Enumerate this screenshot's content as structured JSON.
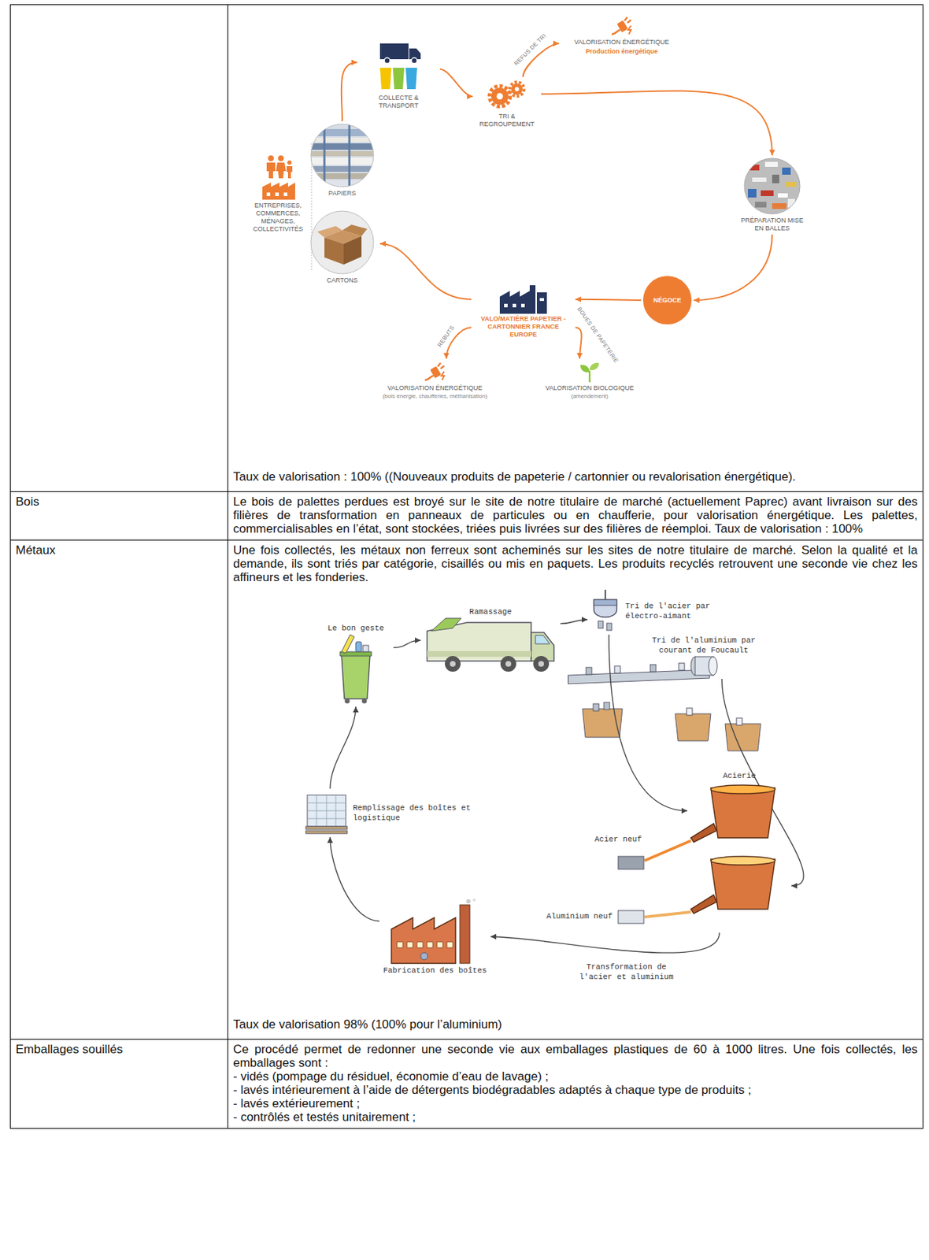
{
  "diagram": {
    "nodes": [
      {
        "text": [
          "ENTREPRISES, COMMERCES, MÉNAGES, COLLECTIVITÉS"
        ]
      },
      {
        "text": [
          "PAPIERS"
        ]
      },
      {
        "text": [
          "CARTONS"
        ]
      },
      {
        "text": [
          "COLLECTE & TRANSPORT"
        ]
      },
      {
        "text": [
          "TRI & REGROUPEMENT"
        ]
      },
      {
        "text": [
          "VALORISATION ÉNERGÉTIQUE",
          "Production énergétique"
        ]
      },
      {
        "text": [
          "PRÉPARATION MISE EN BALLES"
        ]
      },
      {
        "text": [
          "NÉGOCE"
        ]
      },
      {
        "text": [
          "VALO/MATIÈRE PAPETIER - CARTONNIER FRANCE EUROPE"
        ]
      },
      {
        "text": [
          "VALORISATION ÉNERGÉTIQUE",
          "(bois énergie, chaufferies, méthanisation)"
        ]
      },
      {
        "text": [
          "VALORISATION BIOLOGIQUE",
          "(amendement)"
        ]
      },
      {
        "text": [
          "Le bon geste"
        ]
      },
      {
        "text": [
          "Ramassage"
        ]
      },
      {
        "text": [
          "Tri de l'acier par électro-aimant"
        ]
      },
      {
        "text": [
          "Tri de l'aluminium par courant de Foucault"
        ]
      },
      {
        "text": [
          "Acierie"
        ]
      },
      {
        "text": [
          "Remplissage des boîtes et logistique"
        ]
      },
      {
        "text": [
          "Fabrication des boîtes"
        ]
      }
    ],
    "edges": [
      {
        "from": 1,
        "to": 3,
        "arrow": "to"
      },
      {
        "from": 3,
        "to": 4,
        "arrow": "to"
      },
      {
        "from": 4,
        "to": 5,
        "label": "REFUS DE TRI",
        "arrow": "to"
      },
      {
        "from": 4,
        "to": 6,
        "arrow": "to"
      },
      {
        "from": 6,
        "to": 7,
        "arrow": "to"
      },
      {
        "from": 7,
        "to": 8,
        "arrow": "to"
      },
      {
        "from": 8,
        "to": 2,
        "arrow": "to"
      },
      {
        "from": 8,
        "to": 9,
        "label": "REBUTS",
        "arrow": "to"
      },
      {
        "from": 8,
        "to": 10,
        "label": "BOUES DE PAPETERIE",
        "arrow": "to"
      },
      {
        "from": 11,
        "to": 12,
        "arrow": "to"
      },
      {
        "from": 12,
        "to": 13,
        "arrow": "to"
      },
      {
        "from": 13,
        "to": 15,
        "arrow": "to"
      },
      {
        "from": 14,
        "to": 15,
        "arrow": "to"
      },
      {
        "from": 15,
        "to": 17,
        "label": "Transformation de l'acier et aluminium",
        "arrow": "to"
      },
      {
        "from": 17,
        "to": 16,
        "arrow": "to"
      },
      {
        "from": 16,
        "to": 11,
        "arrow": "to"
      }
    ],
    "labels": [
      "Taux de valorisation : 100% ((Nouveaux produits de papeterie / cartonnier ou revalorisation énergétique).",
      "Bois",
      "Le bois de palettes perdues est broyé sur le site de notre titulaire de marché (actuellement Paprec) avant livraison sur des filières de transformation en panneaux de particules ou en chaufferie, pour valorisation énergétique. Les palettes, commercialisables en l’état, sont stockées, triées puis livrées sur des filières de réemploi. Taux de valorisation : 100%",
      "Métaux",
      "Une fois collectés, les métaux non ferreux sont acheminés sur les sites de notre titulaire de marché. Selon la qualité et la demande, ils sont triés par catégorie, cisaillés ou mis en paquets. Les produits recyclés retrouvent une seconde vie chez les affineurs et les fonderies.",
      "Acier neuf",
      "Aluminium neuf",
      "Taux de valorisation 98% (100% pour l’aluminium)",
      "Emballages souillés",
      "Ce procédé permet de redonner une seconde vie aux emballages plastiques de 60 à 1000 litres. Une fois collectés, les emballages sont :",
      "- vidés (pompage du résiduel, économie d’eau de lavage) ;",
      "- lavés intérieurement à l’aide de détergents biodégradables adaptés à chaque type de produits ;",
      "- lavés extérieurement ;",
      "- contrôlés et testés unitairement ;"
    ]
  }
}
